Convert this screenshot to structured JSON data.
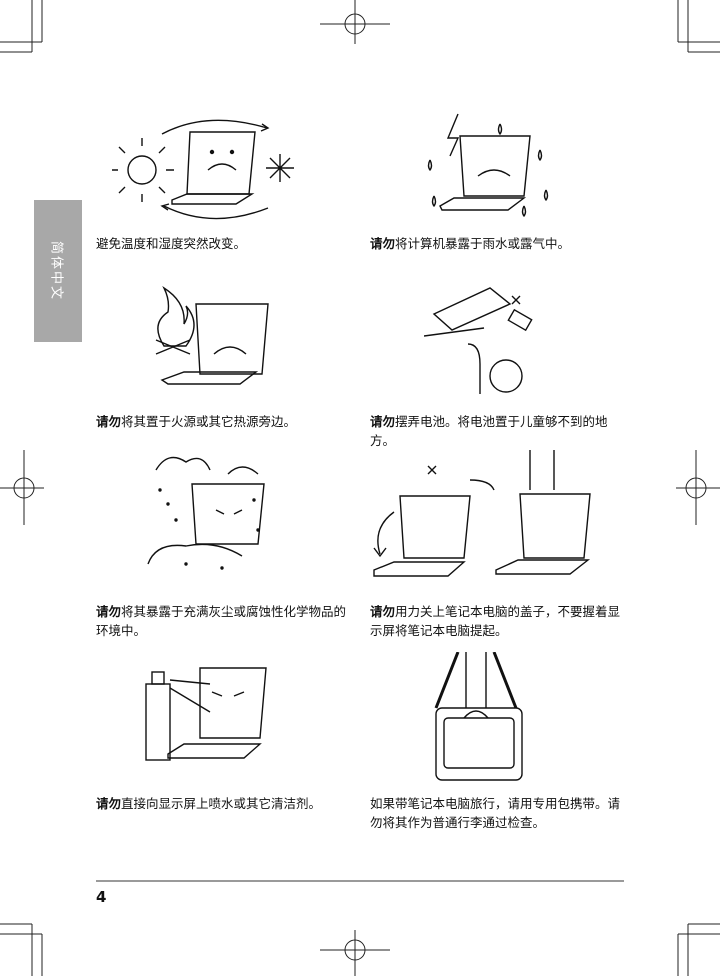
{
  "side_tab": {
    "label": "简体中文"
  },
  "captions": [
    {
      "bold": "",
      "text": "避免温度和湿度突然改变。"
    },
    {
      "bold": "请勿",
      "text": "将计算机暴露于雨水或露气中。"
    },
    {
      "bold": "请勿",
      "text": "将其置于火源或其它热源旁边。"
    },
    {
      "bold": "请勿",
      "text": "摆弄电池。将电池置于儿童够不到的地方。"
    },
    {
      "bold": "请勿",
      "text": "将其暴露于充满灰尘或腐蚀性化学物品的环境中。"
    },
    {
      "bold": "请勿",
      "text": "用力关上笔记本电脑的盖子，不要握着显示屏将笔记本电脑提起。"
    },
    {
      "bold": "请勿",
      "text": "直接向显示屏上喷水或其它清洁剂。"
    },
    {
      "bold": "",
      "text": "如果带笔记本电脑旅行，请用专用包携带。请勿将其作为普通行李通过检查。"
    }
  ],
  "page_number": "4"
}
